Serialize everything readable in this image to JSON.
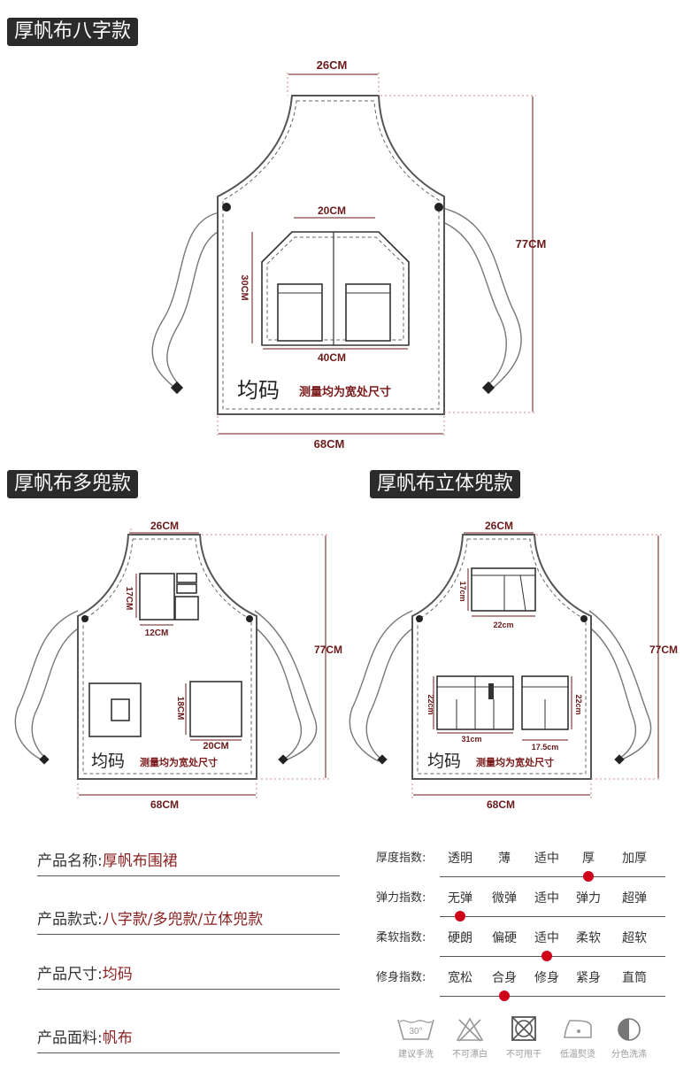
{
  "colors": {
    "dim": "#6b1a1a",
    "dot": "#d0021b",
    "tag_bg": "#2b2b2b"
  },
  "styles": [
    {
      "title": "厚帆布八字款",
      "top_width": "26CM",
      "height": "77CM",
      "bottom_width": "68CM",
      "pocket_width": "20CM",
      "pocket_height": "30CM",
      "pocket_bottom": "40CM",
      "size_label": "均码",
      "note": "测量均为宽处尺寸"
    },
    {
      "title": "厚帆布多兜款",
      "top_width": "26CM",
      "height": "77CM",
      "bottom_width": "68CM",
      "pocket1_h": "17CM",
      "pocket1_w": "12CM",
      "pocket2_h": "18CM",
      "pocket2_w": "20CM",
      "size_label": "均码",
      "note": "测量均为宽处尺寸"
    },
    {
      "title": "厚帆布立体兜款",
      "top_width": "26CM",
      "height": "77CM",
      "bottom_width": "68CM",
      "pocket1_h": "17cm",
      "pocket1_w": "22cm",
      "pocket2_h": "22cm",
      "pocket2_w": "31cm",
      "pocket3_h": "22cm",
      "pocket3_w": "17.5cm",
      "size_label": "均码",
      "note": "测量均为宽处尺寸"
    }
  ],
  "specs": [
    {
      "label": "产品名称:",
      "value": "厚帆布围裙"
    },
    {
      "label": "产品款式:",
      "value": "八字款/多兜款/立体兜款"
    },
    {
      "label": "产品尺寸:",
      "value": "均码"
    },
    {
      "label": "产品面料:",
      "value": "帆布"
    }
  ],
  "indexes": [
    {
      "label": "厚度指数:",
      "options": [
        "透明",
        "薄",
        "适中",
        "厚",
        "加厚"
      ],
      "selected": 3
    },
    {
      "label": "弹力指数:",
      "options": [
        "无弹",
        "微弹",
        "适中",
        "弹力",
        "超弹"
      ],
      "selected": 0
    },
    {
      "label": "柔软指数:",
      "options": [
        "硬朗",
        "偏硬",
        "适中",
        "柔软",
        "超软"
      ],
      "selected": 2
    },
    {
      "label": "修身指数:",
      "options": [
        "宽松",
        "合身",
        "修身",
        "紧身",
        "直筒"
      ],
      "selected": 1
    }
  ],
  "care": [
    {
      "icon": "hand-wash-30-icon",
      "label": "建议手洗",
      "temp": "30°"
    },
    {
      "icon": "no-bleach-icon",
      "label": "不可漂白"
    },
    {
      "icon": "no-tumble-dry-icon",
      "label": "不可甩干"
    },
    {
      "icon": "low-iron-icon",
      "label": "低温熨烫"
    },
    {
      "icon": "separate-wash-icon",
      "label": "分色洗涤"
    }
  ]
}
